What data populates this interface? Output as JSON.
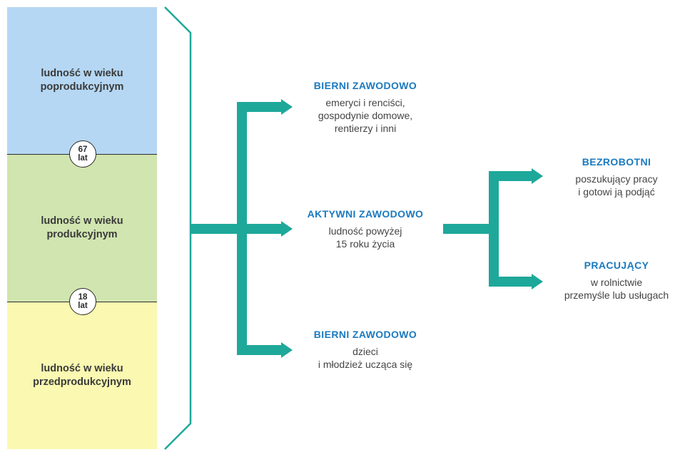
{
  "colors": {
    "teal": "#1ea89a",
    "title_blue": "#1a7abf",
    "band_top": "#b5d7f3",
    "band_mid": "#d1e5b0",
    "band_bot": "#faf8b1"
  },
  "bands": {
    "top": [
      "ludność w wieku",
      "poprodukcyjnym"
    ],
    "mid": [
      "ludność w wieku",
      "produkcyjnym"
    ],
    "bot": [
      "ludność w wieku",
      "przedprodukcyjnym"
    ]
  },
  "badges": {
    "upper": {
      "num": "67",
      "unit": "lat"
    },
    "lower": {
      "num": "18",
      "unit": "lat"
    }
  },
  "nodes": {
    "inactive_retired": {
      "title": "BIERNI ZAWODOWO",
      "lines": [
        "emeryci i renciści,",
        "gospodynie domowe,",
        "rentierzy i inni"
      ]
    },
    "active": {
      "title": "AKTYWNI ZAWODOWO",
      "lines": [
        "ludność powyżej",
        "15 roku życia"
      ]
    },
    "inactive_youth": {
      "title": "BIERNI ZAWODOWO",
      "lines": [
        "dzieci",
        "i młodzież ucząca się"
      ]
    },
    "unemployed": {
      "title": "BEZROBOTNI",
      "lines": [
        "poszukujący pracy",
        "i gotowi ją podjąć"
      ]
    },
    "employed": {
      "title": "PRACUJĄCY",
      "lines": [
        "w rolnictwie",
        "przemyśle lub usługach"
      ]
    }
  }
}
